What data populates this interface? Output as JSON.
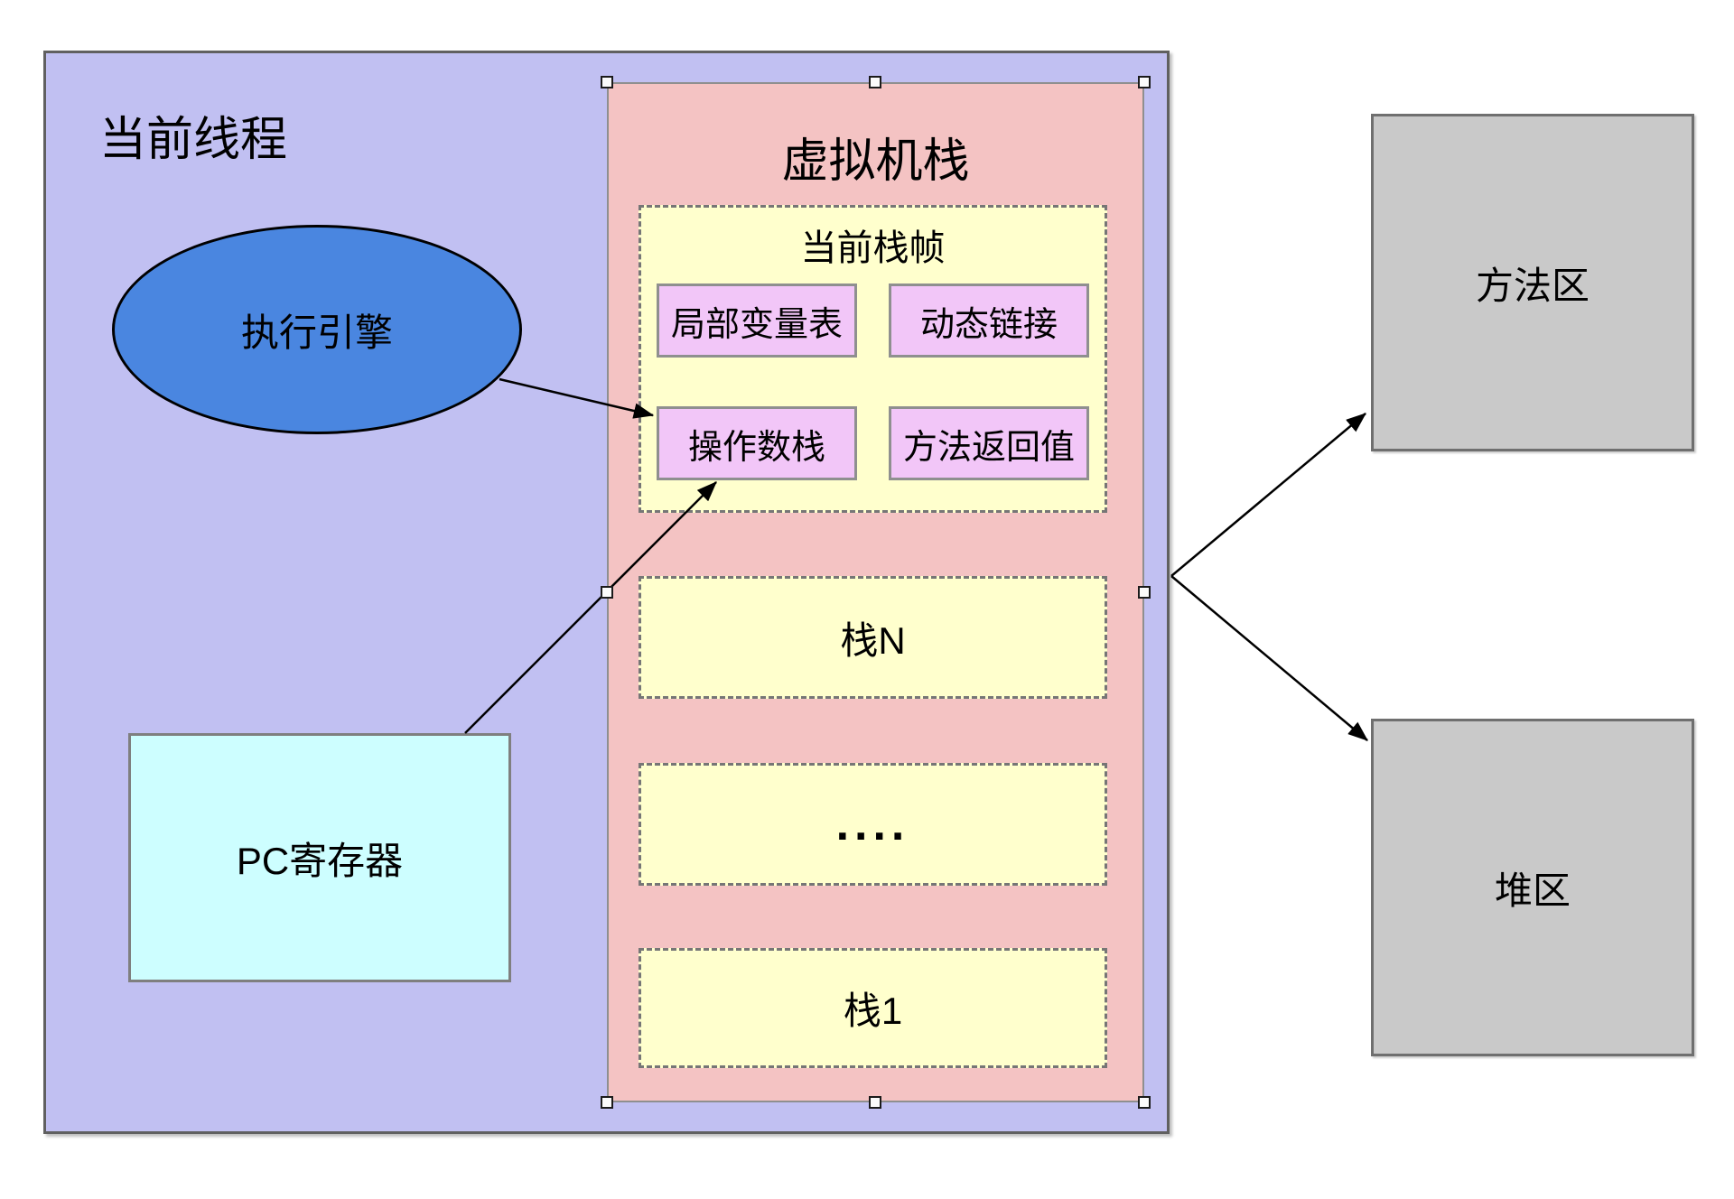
{
  "diagram_title_context": "JVM runtime memory diagram (selected shape shows resize handles)",
  "colors": {
    "thread_fill": "#c1c0f2",
    "vm_stack_fill": "#f4c3c3",
    "frame_fill": "#ffffcd",
    "cell_fill": "#f2c6f8",
    "pc_register_fill": "#cdfeff",
    "engine_fill": "#4a86e0",
    "area_fill": "#c9c9c9",
    "text": "#000000"
  },
  "thread_container": {
    "label": "当前线程"
  },
  "execution_engine": {
    "label": "执行引擎"
  },
  "pc_register": {
    "label": "PC寄存器"
  },
  "vm_stack": {
    "title": "虚拟机栈"
  },
  "current_frame": {
    "title": "当前栈帧",
    "cells": [
      {
        "label": "局部变量表"
      },
      {
        "label": "动态链接"
      },
      {
        "label": "操作数栈"
      },
      {
        "label": "方法返回值"
      }
    ]
  },
  "stacks": [
    {
      "label": "栈N"
    },
    {
      "label": "...."
    },
    {
      "label": "栈1"
    }
  ],
  "method_area": {
    "label": "方法区"
  },
  "heap_area": {
    "label": "堆区"
  }
}
